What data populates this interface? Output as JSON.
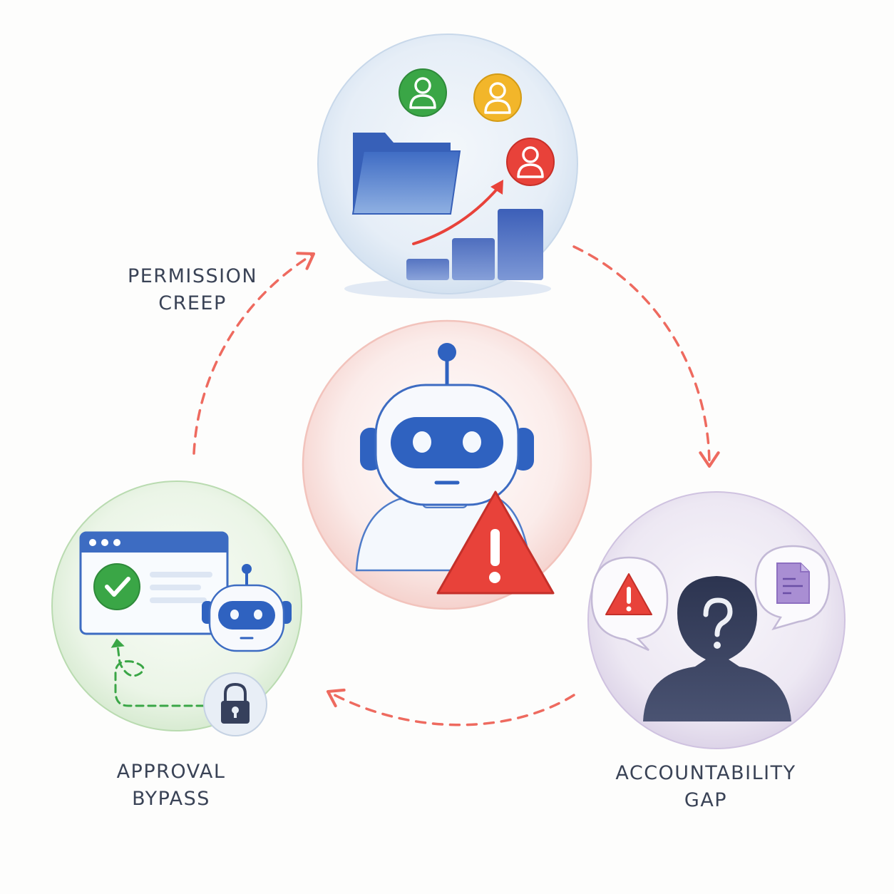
{
  "labels": {
    "permission_creep": [
      "PERMISSION",
      "CREEP"
    ],
    "approval_bypass": [
      "APPROVAL",
      "BYPASS"
    ],
    "accountability_gap": [
      "ACCOUNTABILITY",
      "GAP"
    ]
  },
  "icons": {
    "center": [
      "robot-icon",
      "warning-triangle-icon"
    ],
    "permission_creep": [
      "user-avatar-icon-green",
      "user-avatar-icon-yellow",
      "user-avatar-icon-red",
      "folder-icon",
      "rising-bar-chart-icon",
      "rising-arrow-icon"
    ],
    "approval_bypass": [
      "browser-window-icon",
      "checkmark-icon",
      "small-robot-icon",
      "padlock-icon",
      "bypass-path-arrow-icon"
    ],
    "accountability_gap": [
      "anonymous-person-icon",
      "question-mark-icon",
      "warning-speech-bubble-icon",
      "document-speech-bubble-icon"
    ]
  },
  "colors": {
    "cycle_arrow": "#ee6a5f",
    "circle_permission": "#dce8f4",
    "circle_center": "#f8dcd8",
    "circle_approval": "#e4f2df",
    "circle_accountability": "#e8e2f0",
    "robot_blue": "#2f62c0",
    "warning_red": "#e8423a",
    "check_green": "#3aa646"
  }
}
